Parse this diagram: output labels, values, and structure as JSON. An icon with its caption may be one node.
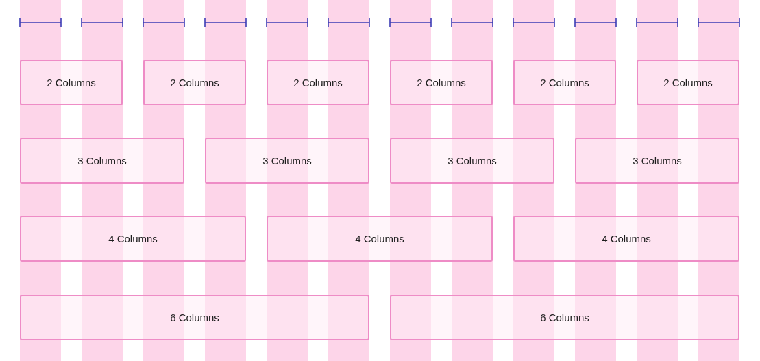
{
  "diagram": {
    "nodes": [
      {
        "text": [
          "2 Columns"
        ]
      },
      {
        "text": [
          "2 Columns"
        ]
      },
      {
        "text": [
          "2 Columns"
        ]
      },
      {
        "text": [
          "2 Columns"
        ]
      },
      {
        "text": [
          "2 Columns"
        ]
      },
      {
        "text": [
          "2 Columns"
        ]
      },
      {
        "text": [
          "3 Columns"
        ]
      },
      {
        "text": [
          "3 Columns"
        ]
      },
      {
        "text": [
          "3 Columns"
        ]
      },
      {
        "text": [
          "3 Columns"
        ]
      },
      {
        "text": [
          "4 Columns"
        ]
      },
      {
        "text": [
          "4 Columns"
        ]
      },
      {
        "text": [
          "4 Columns"
        ]
      },
      {
        "text": [
          "6 Columns"
        ]
      },
      {
        "text": [
          "6 Columns"
        ]
      }
    ]
  }
}
